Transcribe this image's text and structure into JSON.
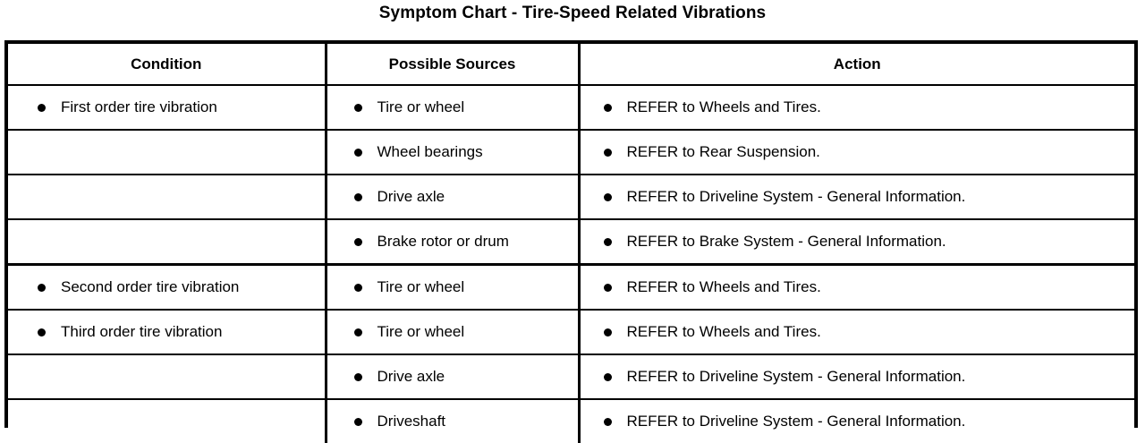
{
  "title": "Symptom Chart - Tire-Speed Related Vibrations",
  "table": {
    "columns": [
      {
        "key": "condition",
        "label": "Condition"
      },
      {
        "key": "possible_sources",
        "label": "Possible Sources"
      },
      {
        "key": "action",
        "label": "Action"
      }
    ],
    "bullet_icon": "bullet-dot-icon",
    "rows": [
      {
        "condition": "First order tire vibration",
        "possible_sources": "Tire or wheel",
        "action": "REFER to Wheels and Tires."
      },
      {
        "condition": "",
        "possible_sources": "Wheel bearings",
        "action": "REFER to Rear Suspension."
      },
      {
        "condition": "",
        "possible_sources": "Drive axle",
        "action": "REFER to Driveline System - General Information."
      },
      {
        "condition": "",
        "possible_sources": "Brake rotor or drum",
        "action": "REFER to Brake System - General Information."
      },
      {
        "condition": "Second order tire vibration",
        "possible_sources": "Tire or wheel",
        "action": "REFER to Wheels and Tires."
      },
      {
        "condition": "Third order tire vibration",
        "possible_sources": "Tire or wheel",
        "action": "REFER to Wheels and Tires."
      },
      {
        "condition": "",
        "possible_sources": "Drive axle",
        "action": "REFER to Driveline System - General Information."
      },
      {
        "condition": "",
        "possible_sources": "Driveshaft",
        "action": "REFER to Driveline System - General Information."
      }
    ]
  },
  "colors": {
    "text": "#000000",
    "background": "#ffffff",
    "border": "#000000"
  }
}
